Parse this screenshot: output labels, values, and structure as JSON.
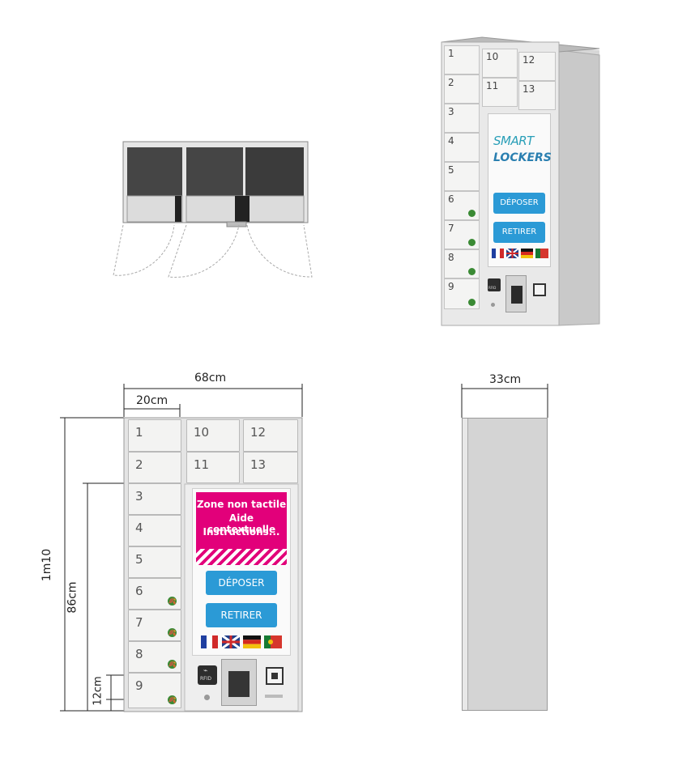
{
  "dimensions": {
    "width_total": "68cm",
    "width_column": "20cm",
    "height_total": "1m10",
    "height_lower": "86cm",
    "height_base": "12cm",
    "depth": "33cm"
  },
  "front_lockers": [
    "1",
    "2",
    "3",
    "4",
    "5",
    "6",
    "7",
    "8",
    "9",
    "10",
    "11",
    "12",
    "13"
  ],
  "iso_lockers": [
    "1",
    "2",
    "3",
    "4",
    "5",
    "6",
    "7",
    "8",
    "9",
    "10",
    "11",
    "12",
    "13"
  ],
  "screen_front": {
    "line1": "Zone non tactile",
    "line2": "Aide contextuelle",
    "line3": "Instructions...",
    "deposit_label": "DÉPOSER",
    "withdraw_label": "RETIRER",
    "rfid_label": "RFID"
  },
  "screen_iso": {
    "brand_line1": "SMART",
    "brand_line2": "LOCKERS",
    "deposit_label": "DÉPOSER",
    "withdraw_label": "RETIRER",
    "rfid_label": "RFID"
  },
  "languages": [
    "fr",
    "en",
    "de",
    "pt"
  ],
  "colors": {
    "magenta": "#e2007a",
    "button_blue": "#2b9ad6",
    "badge_green": "#3a8a34",
    "brand_teal": "#2a9fb8"
  }
}
